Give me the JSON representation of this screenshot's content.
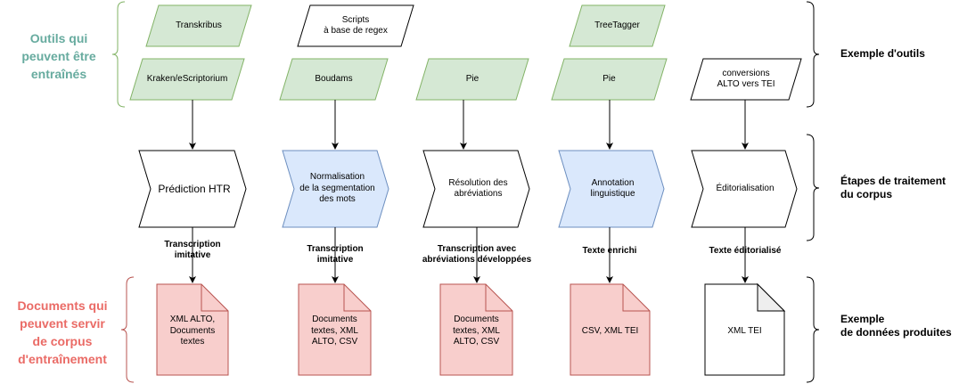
{
  "left": {
    "trained_tools": "Outils qui\npeuvent être\nentraînés",
    "training_corpus": "Documents qui\npeuvent servir\nde corpus\nd'entraînement"
  },
  "right": {
    "tools_example": "Exemple d'outils",
    "steps": "Étapes de traitement\ndu corpus",
    "produced": "Exemple\nde données produites"
  },
  "tools_top": [
    "Transkribus",
    "Scripts\nà base de regex",
    "TreeTagger"
  ],
  "tools_bottom": [
    "Kraken/eScriptorium",
    "Boudams",
    "Pie",
    "Pie",
    "conversions\nALTO vers TEI"
  ],
  "steps": [
    "Prédiction HTR",
    "Normalisation\nde la segmentation\ndes mots",
    "Résolution des\nabréviations",
    "Annotation\nlinguistique",
    "Éditorialisation"
  ],
  "outputs": [
    "Transcription\nimitative",
    "Transcription\nimitative",
    "Transcription avec\nabréviations développées",
    "Texte enrichi",
    "Texte éditorialisé"
  ],
  "documents": [
    "XML ALTO,\nDocuments\ntextes",
    "Documents\ntextes, XML\nALTO, CSV",
    "Documents\ntextes, XML\nALTO, CSV",
    "CSV, XML TEI",
    "XML TEI"
  ],
  "colors": {
    "green_fill": "#D5E8D4",
    "green_stroke": "#82B366",
    "blue_fill": "#DAE8FC",
    "blue_stroke": "#6C8EBF",
    "red_fill": "#F8CECC",
    "red_stroke": "#B85450",
    "green_text": "#67AB9F",
    "red_text": "#EA6B66"
  }
}
